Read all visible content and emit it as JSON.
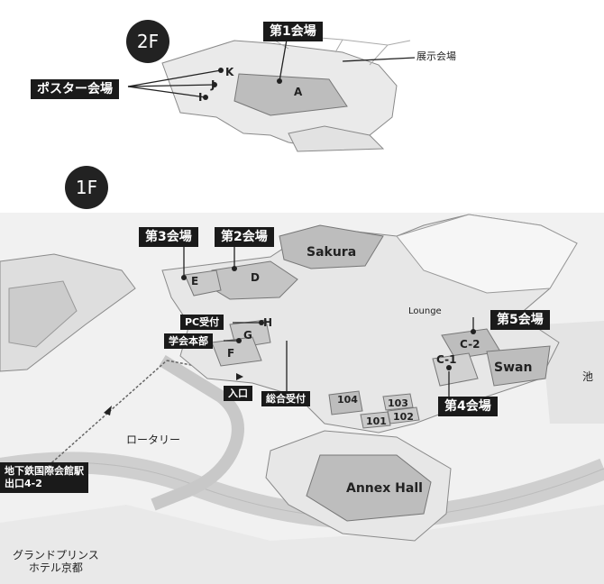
{
  "floor_2f": {
    "badge": "2F",
    "hall_label": "第1会場",
    "poster_label": "ポスター会場",
    "exhibit_label": "展示会場",
    "rooms": {
      "a": "A",
      "k": "K",
      "j": "J",
      "i": "I"
    }
  },
  "floor_1f": {
    "badge": "1F",
    "hall3_label": "第3会場",
    "hall2_label": "第2会場",
    "hall5_label": "第5会場",
    "hall4_label": "第4会場",
    "pc_reception_label": "PC受付",
    "hq_label": "学会本部",
    "entrance_label": "入口",
    "general_reception_label": "総合受付",
    "subway_exit_label_line1": "地下鉄国際会館駅",
    "subway_exit_label_line2": "出口4-2",
    "rooms": {
      "sakura": "Sakura",
      "lounge": "Lounge",
      "e": "E",
      "d": "D",
      "h": "H",
      "g": "G",
      "f": "F",
      "c2": "C-2",
      "c1": "C-1",
      "swan": "Swan",
      "r104": "104",
      "r103": "103",
      "r102": "102",
      "r101": "101",
      "annex": "Annex Hall"
    },
    "rotary": "ロータリー",
    "pond": "池",
    "hotel_line1": "グランドプリンス",
    "hotel_line2": "ホテル京都"
  },
  "colors": {
    "label_bg": "#1a1a1a",
    "floor_fill": "#e6e6e6",
    "room_fill": "#bdbdbd",
    "ground": "#f2f2f2",
    "outline": "#8a8a8a"
  }
}
